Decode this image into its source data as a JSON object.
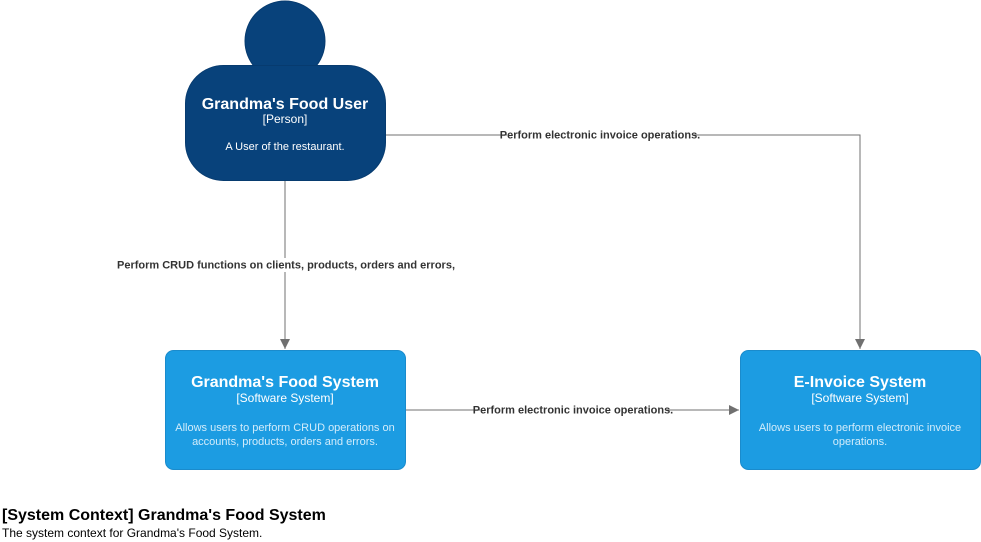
{
  "colors": {
    "person": "#08427b",
    "person_border": "#073b6f",
    "system": "#1c9ce2",
    "system_border": "#1a8bcc",
    "person_text": "#ffffff",
    "system_text": "#ffffff",
    "system_desc_text": "#d2ecfb",
    "edge": "#707070",
    "edge_label": "#333333"
  },
  "person": {
    "name": "Grandma's Food User",
    "type": "[Person]",
    "description": "A User of the restaurant.",
    "icon": "person-shape"
  },
  "food_system": {
    "name": "Grandma's Food System",
    "type": "[Software System]",
    "description_lines": [
      "Allows users to perform CRUD operations on",
      "accounts, products, orders and errors."
    ]
  },
  "einvoice_system": {
    "name": "E-Invoice System",
    "type": "[Software System]",
    "description_lines": [
      "Allows users to perform electronic invoice",
      "operations."
    ]
  },
  "relationships": {
    "user_to_einvoice": "Perform electronic invoice operations.",
    "user_to_food_system": "Perform CRUD functions on clients, products, orders and errors,",
    "food_system_to_einvoice": "Perform electronic invoice operations."
  },
  "footer": {
    "title": "[System Context] Grandma's Food System",
    "description": "The system context for Grandma's Food System."
  }
}
